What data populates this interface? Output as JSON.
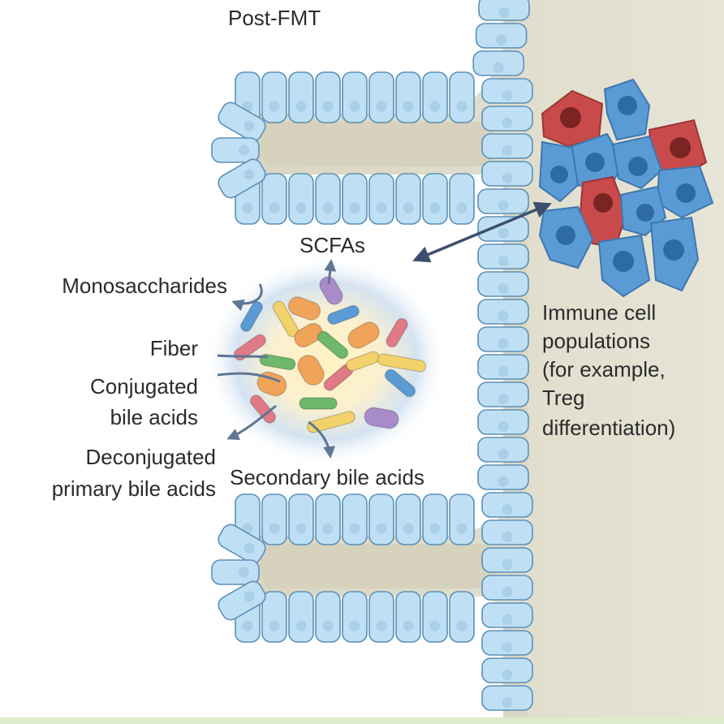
{
  "title": "Post-FMT",
  "labels": {
    "scfas": "SCFAs",
    "monosaccharides": "Monosaccharides",
    "fiber": "Fiber",
    "conjugated": [
      "Conjugated",
      "bile acids"
    ],
    "deconjugated": [
      "Deconjugated",
      "primary bile acids"
    ],
    "secondary": "Secondary bile acids",
    "immune": [
      "Immune cell",
      "populations",
      "(for example,",
      "Treg",
      "differentiation)"
    ]
  },
  "colors": {
    "epithelium_fill": "#bfe0f4",
    "epithelium_stroke": "#5b8fb8",
    "lamina_propria": "#dcd9c8",
    "immune_blue": "#5b9bd5",
    "immune_red": "#c94a4a",
    "arrow": "#3d4f6d"
  },
  "bacteria_colors": [
    "#f0a45a",
    "#e07a86",
    "#6db86b",
    "#f2d36b",
    "#5b9bd5",
    "#a88bc9"
  ]
}
